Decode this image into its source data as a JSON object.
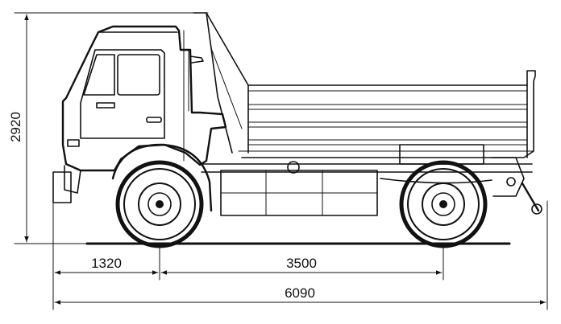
{
  "diagram": {
    "subject_icon": "dump-truck-side-view",
    "dimensions": {
      "height": "2920",
      "front_overhang": "1320",
      "wheelbase": "3500",
      "overall_length": "6090"
    },
    "colors": {
      "line": "#111111",
      "background": "#ffffff"
    }
  }
}
